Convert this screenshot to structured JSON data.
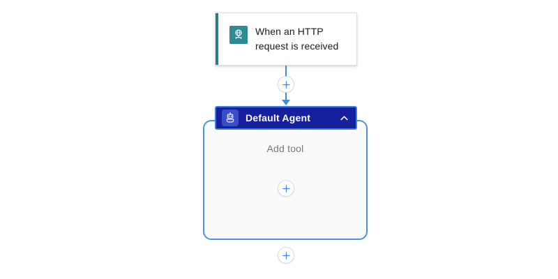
{
  "canvas": {
    "background": "#ffffff",
    "accent_blue": "#3b8ae8",
    "agent_navy": "#16209e",
    "agent_border_blue": "#4a90e8",
    "trigger_teal": "#2e8b95"
  },
  "trigger": {
    "title": "When an HTTP\nrequest is received",
    "title_line1": "When an HTTP",
    "title_line2": "request is received",
    "icon": "http-request-globe-icon",
    "accent_color": "#2b7b84"
  },
  "connectors": {
    "top_plus_label": "+",
    "bottom_plus_label": "+"
  },
  "agent": {
    "title": "Default Agent",
    "icon": "robot-icon",
    "collapse_icon": "chevron-up-icon",
    "body": {
      "add_tool_label": "Add tool",
      "add_tool_plus_label": "+"
    }
  }
}
